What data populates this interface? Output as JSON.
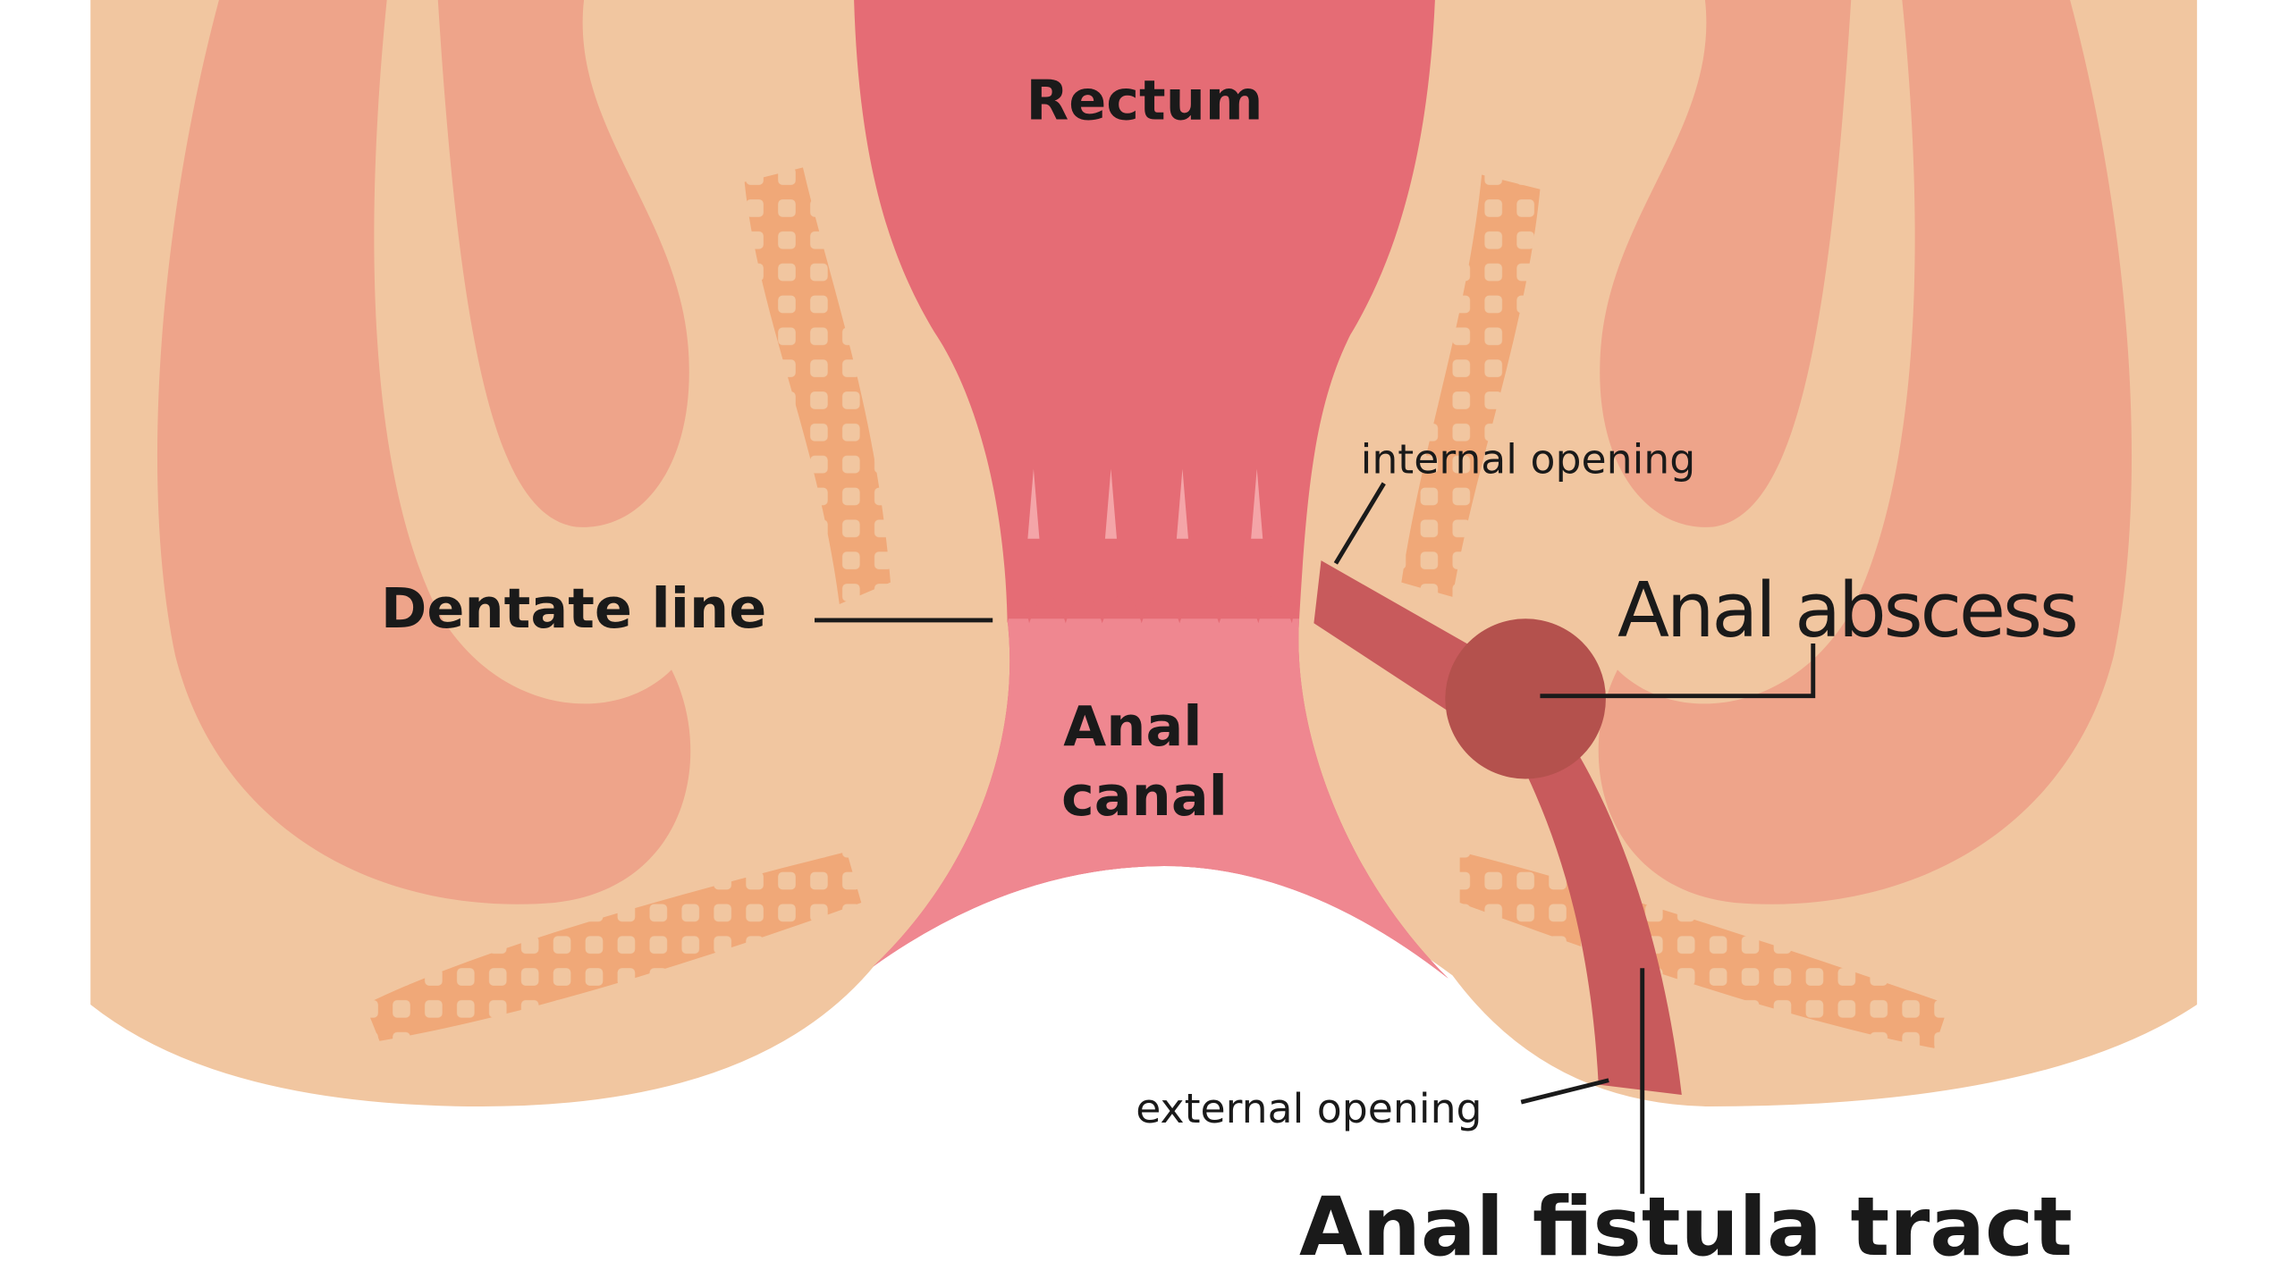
{
  "labels": {
    "rectum": "Rectum",
    "dentate_line": "Dentate line",
    "anal_canal_1": "Anal",
    "anal_canal_2": "canal",
    "internal_opening": "internal opening",
    "anal_abscess": "Anal abscess",
    "external_opening": "external opening",
    "fistula_tract": "Anal fistula tract"
  },
  "colors": {
    "skin": "#F1C6A0",
    "muscle": "#EEA48A",
    "rectum": "#E56C75",
    "canal": "#EF8790",
    "abscess": "#B4514D",
    "mesh": "#F0A878"
  }
}
